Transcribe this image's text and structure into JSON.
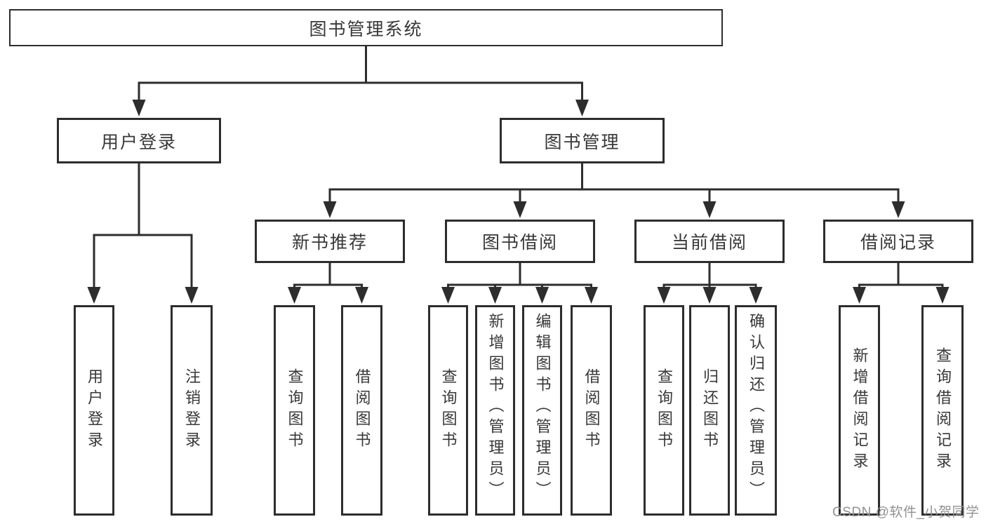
{
  "diagram": {
    "root": {
      "label": "图书管理系统"
    },
    "branches": [
      {
        "label": "用户登录",
        "children": [
          {
            "label": "用户登录"
          },
          {
            "label": "注销登录"
          }
        ]
      },
      {
        "label": "图书管理",
        "children": [
          {
            "label": "新书推荐",
            "children": [
              {
                "label": "查询图书"
              },
              {
                "label": "借阅图书"
              }
            ]
          },
          {
            "label": "图书借阅",
            "children": [
              {
                "label": "查询图书"
              },
              {
                "label": "新增图书（管理员）"
              },
              {
                "label": "编辑图书（管理员）"
              },
              {
                "label": "借阅图书"
              }
            ]
          },
          {
            "label": "当前借阅",
            "children": [
              {
                "label": "查询图书"
              },
              {
                "label": "归还图书"
              },
              {
                "label": "确认归还（管理员）"
              }
            ]
          },
          {
            "label": "借阅记录",
            "children": [
              {
                "label": "新增借阅记录"
              },
              {
                "label": "查询借阅记录"
              }
            ]
          }
        ]
      }
    ]
  },
  "watermark": {
    "text": "CSDN @软件_小贺同学"
  },
  "colors": {
    "background": "#ffffff",
    "line": "#2d2d2d",
    "border": "#2d2d2d",
    "text": "#383838",
    "watermark": "#919191"
  }
}
